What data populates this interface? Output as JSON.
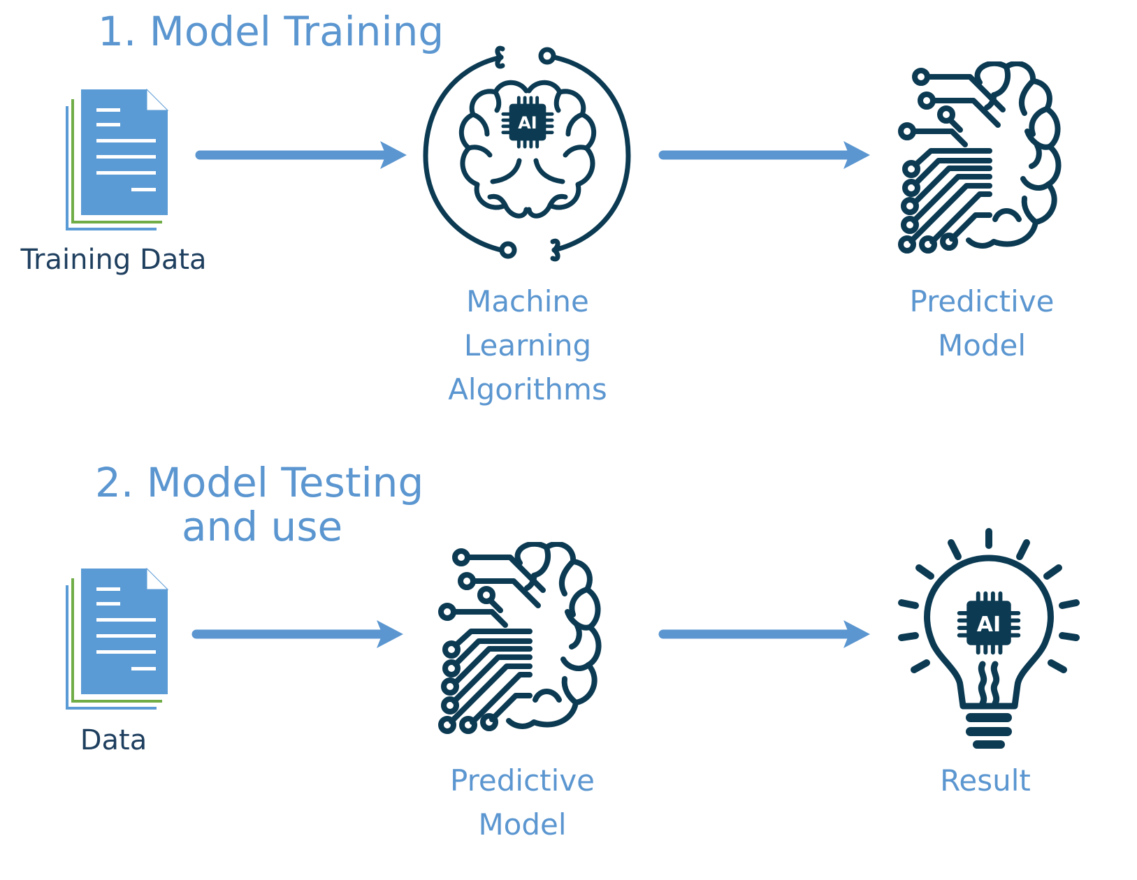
{
  "sections": [
    {
      "title": "1. Model Training",
      "steps": [
        {
          "label_lines": [
            "Training Data"
          ],
          "icon": "document-stack-icon"
        },
        {
          "label_lines": [
            "Machine",
            "Learning",
            "Algorithms"
          ],
          "icon": "ai-brain-cycle-icon"
        },
        {
          "label_lines": [
            "Predictive",
            "Model"
          ],
          "icon": "circuit-brain-icon"
        }
      ]
    },
    {
      "title_lines": [
        "2. Model Testing",
        "and use"
      ],
      "steps": [
        {
          "label_lines": [
            "Data"
          ],
          "icon": "document-stack-icon"
        },
        {
          "label_lines": [
            "Predictive",
            "Model"
          ],
          "icon": "circuit-brain-icon"
        },
        {
          "label_lines": [
            "Result"
          ],
          "icon": "ai-lightbulb-icon"
        }
      ]
    }
  ],
  "chip_text": "AI",
  "colors": {
    "accent_blue": "#5b96d0",
    "dark_navy": "#0b3a52",
    "label_dark": "#1f3f5f",
    "doc_green": "#70ad47",
    "doc_blue": "#5b9bd5"
  }
}
